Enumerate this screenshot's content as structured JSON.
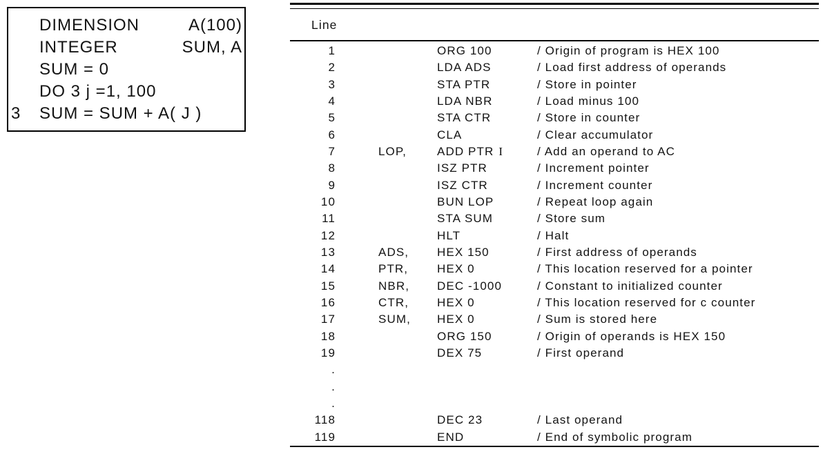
{
  "page": {
    "background_color": "#ffffff",
    "text_color": "#131313"
  },
  "fortran_box": {
    "lines": [
      {
        "label": "",
        "text": "DIMENSION",
        "right": "A(100)"
      },
      {
        "label": "",
        "text": "INTEGER",
        "right": "SUM, A"
      },
      {
        "label": "",
        "text": "SUM = 0",
        "right": ""
      },
      {
        "label": "",
        "text": "DO 3 j =1, 100",
        "right": ""
      },
      {
        "label": "3",
        "text": "SUM = SUM + A( J )",
        "right": ""
      }
    ]
  },
  "listing": {
    "header": "Line",
    "rows": [
      {
        "line": "1",
        "label": "",
        "instruction": "ORG 100",
        "indirect": "",
        "comment": "/ Origin of program is HEX 100"
      },
      {
        "line": "2",
        "label": "",
        "instruction": "LDA ADS",
        "indirect": "",
        "comment": "/ Load first address of operands"
      },
      {
        "line": "3",
        "label": "",
        "instruction": "STA PTR",
        "indirect": "",
        "comment": "/ Store in pointer"
      },
      {
        "line": "4",
        "label": "",
        "instruction": "LDA NBR",
        "indirect": "",
        "comment": "/ Load minus 100"
      },
      {
        "line": "5",
        "label": "",
        "instruction": "STA CTR",
        "indirect": "",
        "comment": "/ Store in counter"
      },
      {
        "line": "6",
        "label": "",
        "instruction": "CLA",
        "indirect": "",
        "comment": "/ Clear accumulator"
      },
      {
        "line": "7",
        "label": "LOP,",
        "instruction": "ADD PTR",
        "indirect": "I",
        "comment": "/ Add an operand to AC"
      },
      {
        "line": "8",
        "label": "",
        "instruction": "ISZ PTR",
        "indirect": "",
        "comment": "/ Increment pointer"
      },
      {
        "line": "9",
        "label": "",
        "instruction": "ISZ CTR",
        "indirect": "",
        "comment": "/ Increment counter"
      },
      {
        "line": "10",
        "label": "",
        "instruction": "BUN LOP",
        "indirect": "",
        "comment": "/ Repeat loop again"
      },
      {
        "line": "11",
        "label": "",
        "instruction": "STA SUM",
        "indirect": "",
        "comment": "/ Store sum"
      },
      {
        "line": "12",
        "label": "",
        "instruction": "HLT",
        "indirect": "",
        "comment": "/ Halt"
      },
      {
        "line": "13",
        "label": "ADS,",
        "instruction": "HEX 150",
        "indirect": "",
        "comment": "/ First address of operands"
      },
      {
        "line": "14",
        "label": "PTR,",
        "instruction": "HEX 0",
        "indirect": "",
        "comment": "/ This location reserved for a pointer"
      },
      {
        "line": "15",
        "label": "NBR,",
        "instruction": "DEC -1000",
        "indirect": "",
        "comment": "/ Constant to initialized counter"
      },
      {
        "line": "16",
        "label": "CTR,",
        "instruction": "HEX 0",
        "indirect": "",
        "comment": "/ This location reserved for c counter"
      },
      {
        "line": "17",
        "label": "SUM,",
        "instruction": "HEX 0",
        "indirect": "",
        "comment": "/ Sum is stored here"
      },
      {
        "line": "18",
        "label": "",
        "instruction": "ORG 150",
        "indirect": "",
        "comment": "/ Origin of operands is HEX 150"
      },
      {
        "line": "19",
        "label": "",
        "instruction": "DEX 75",
        "indirect": "",
        "comment": "/ First operand"
      },
      {
        "line": ".",
        "label": "",
        "instruction": "",
        "indirect": "",
        "comment": ""
      },
      {
        "line": ".",
        "label": "",
        "instruction": "",
        "indirect": "",
        "comment": ""
      },
      {
        "line": ".",
        "label": "",
        "instruction": "",
        "indirect": "",
        "comment": ""
      },
      {
        "line": "118",
        "label": "",
        "instruction": "DEC 23",
        "indirect": "",
        "comment": "/ Last operand"
      },
      {
        "line": "119",
        "label": "",
        "instruction": "END",
        "indirect": "",
        "comment": "/ End of symbolic program"
      }
    ]
  }
}
